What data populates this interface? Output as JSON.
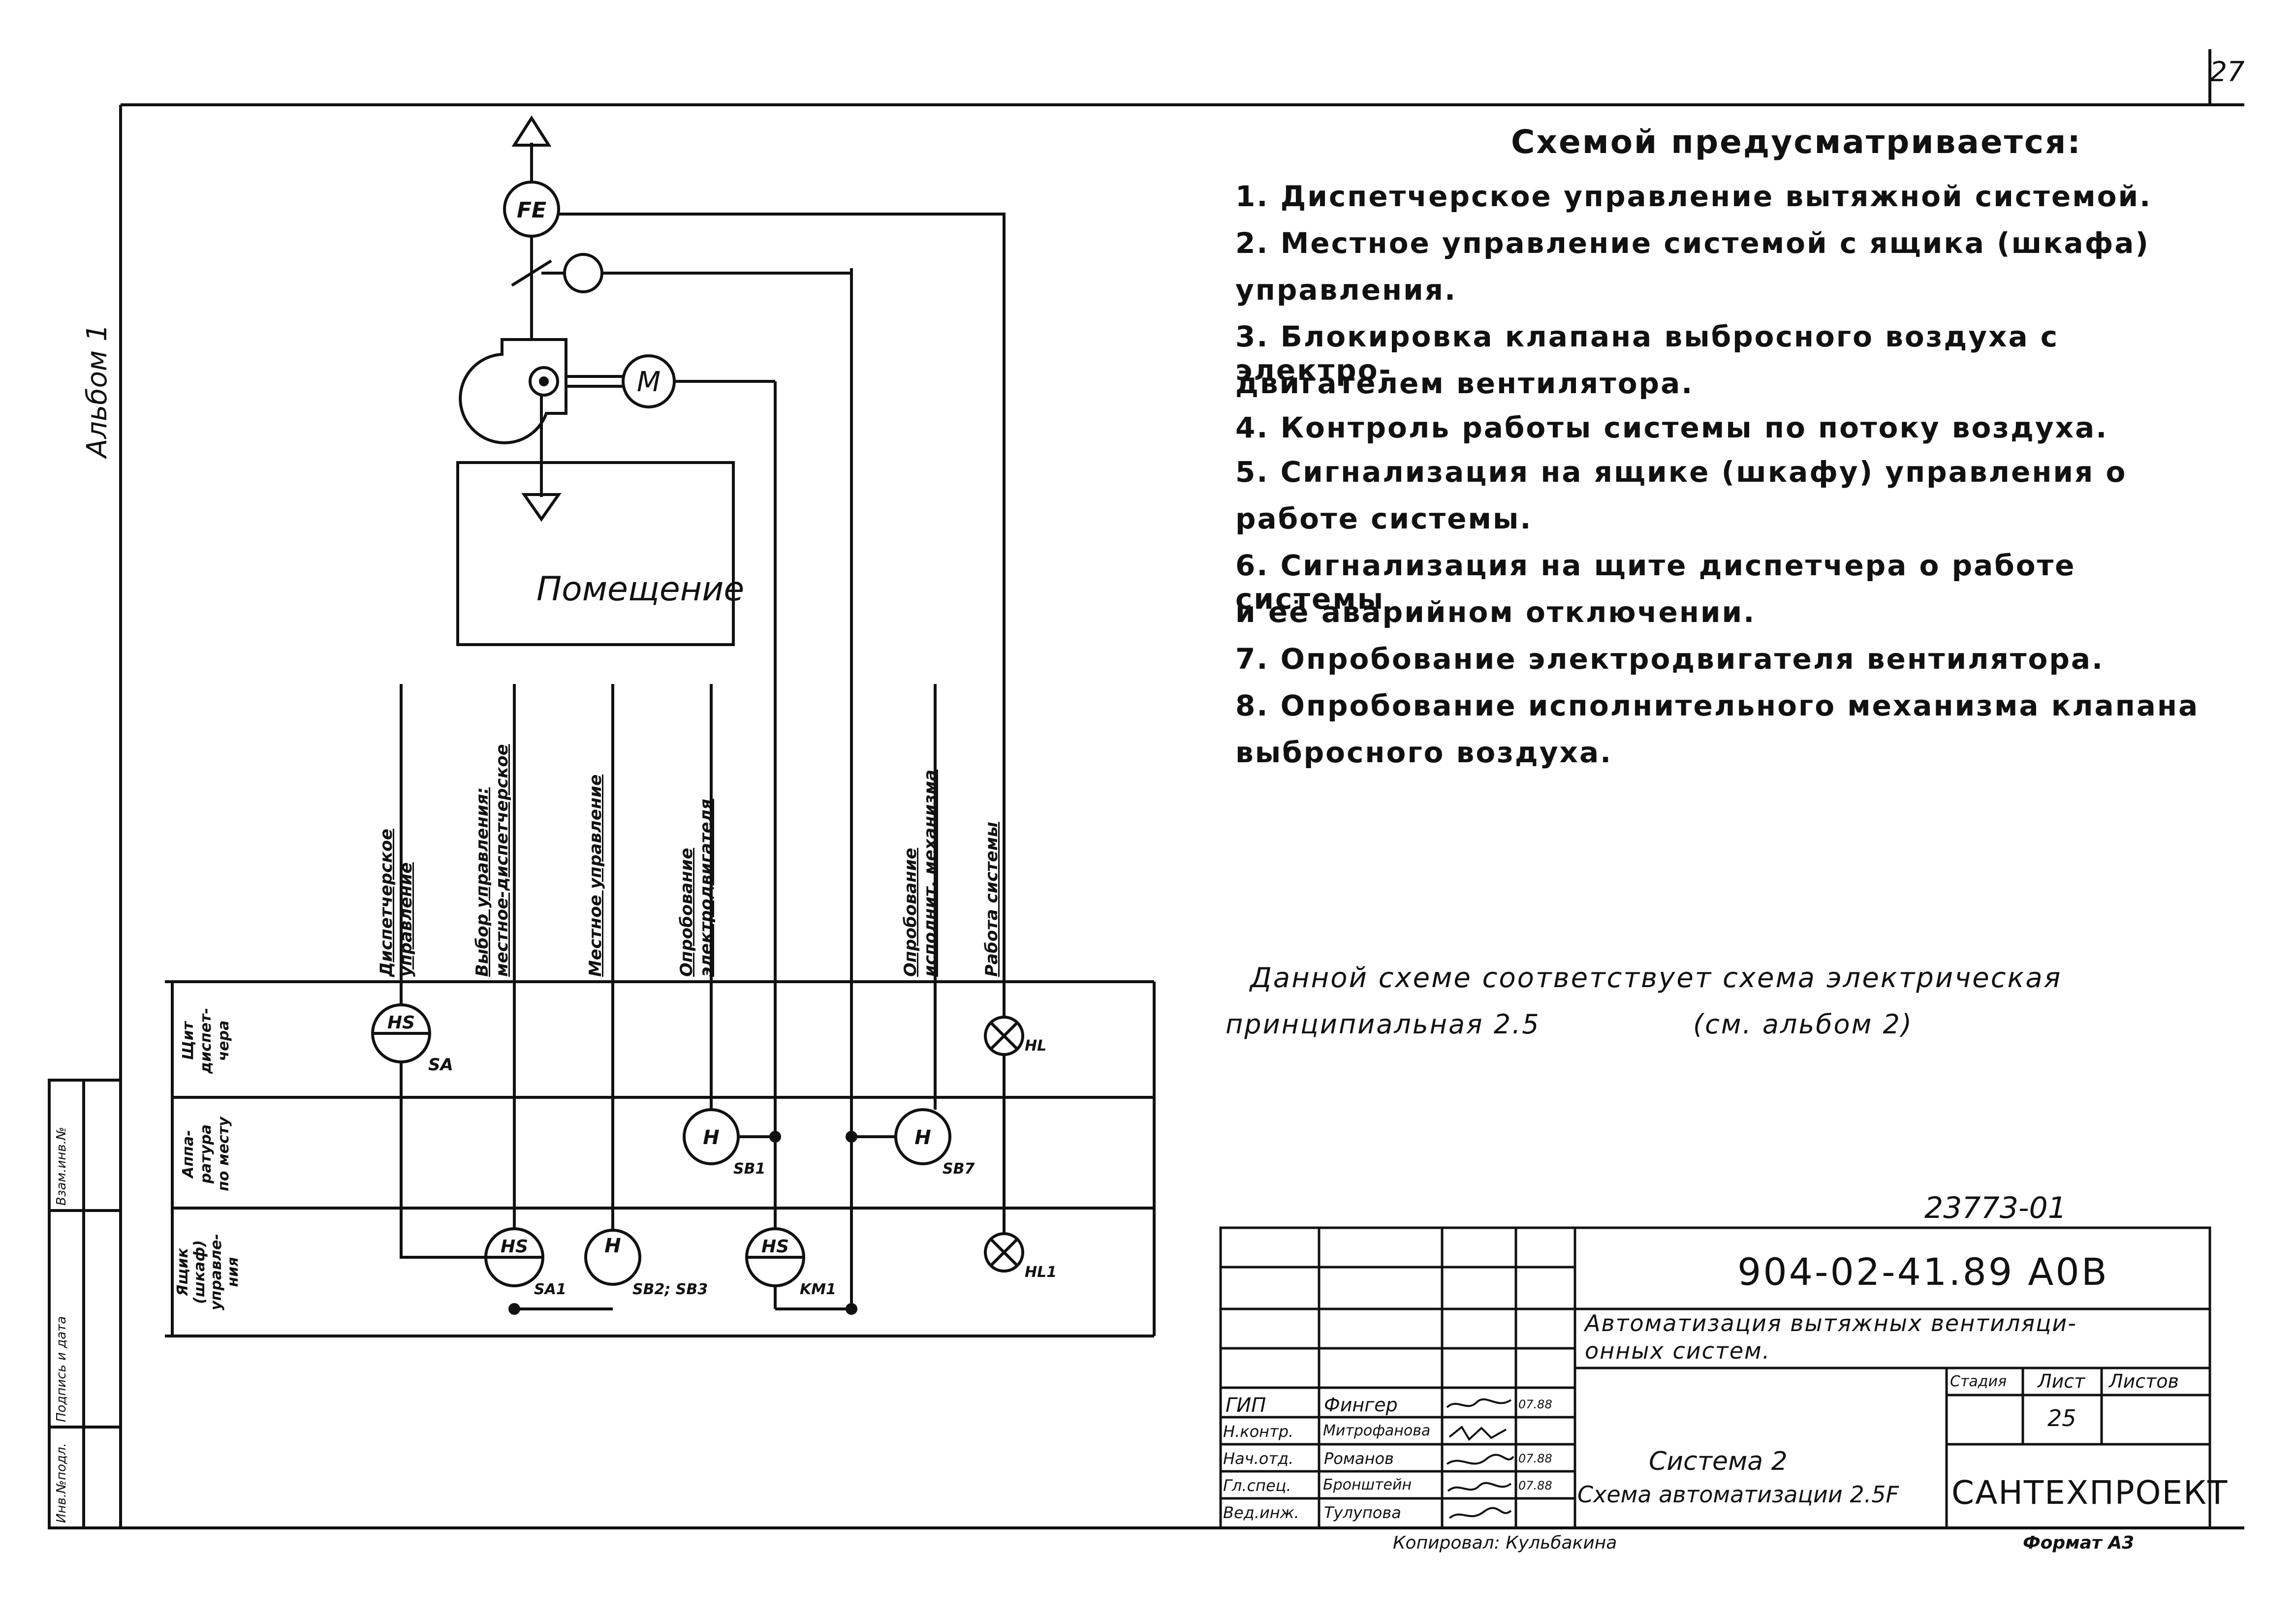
{
  "page_number": "27",
  "album_side": "Альбом 1",
  "diagram": {
    "equipment": {
      "sensor_fe": "FE",
      "motor": "M",
      "room": "Помещение"
    },
    "function_labels": [
      {
        "line1": "Диспетчерское",
        "line2": "управление"
      },
      {
        "line1": "Выбор управления:",
        "line2": "местное-диспетчерское"
      },
      {
        "line1": "Местное управление",
        "line2": ""
      },
      {
        "line1": "Опробование",
        "line2": "электродвигателя"
      },
      {
        "line1": "Опробование",
        "line2": "исполнит. механизма"
      },
      {
        "line1": "Работа системы",
        "line2": ""
      }
    ],
    "rows": [
      {
        "line1": "Щит",
        "line2": "диспет-",
        "line3": "чера"
      },
      {
        "line1": "Аппа-",
        "line2": "ратура",
        "line3": "по месту"
      },
      {
        "line1": "Ящик",
        "line2": "(шкаф)",
        "line3": "управле-",
        "line4": "ния"
      }
    ],
    "devices": {
      "hs_sa": {
        "code": "HS",
        "tag": "SA"
      },
      "hl_top": {
        "tag": "HL"
      },
      "h_sb1": {
        "code": "H",
        "tag": "SB1"
      },
      "h_sb7": {
        "code": "H",
        "tag": "SB7"
      },
      "hs_sa1": {
        "code": "HS",
        "tag": "SA1"
      },
      "h_sb23": {
        "code": "H",
        "tag": "SB2; SB3"
      },
      "hs_km1": {
        "code": "HS",
        "tag": "KM1"
      },
      "hl_bottom": {
        "tag": "HL1"
      }
    }
  },
  "notes": {
    "heading": "Схемой предусматривается:",
    "lines": [
      "1. Диспетчерское управление вытяжной системой.",
      "2. Местное управление системой с ящика (шкафа)",
      "управления.",
      "3. Блокировка клапана выбросного воздуха с электро-",
      "двигателем вентилятора.",
      "4. Контроль работы системы по потоку воздуха.",
      "5. Сигнализация на ящике (шкафу) управления о",
      "работе системы.",
      "6. Сигнализация на щите диспетчера о работе системы",
      "и её аварийном отключении.",
      "7. Опробование электродвигателя вентилятора.",
      "8. Опробование исполнительного механизма клапана",
      "выбросного воздуха."
    ],
    "reference_line1": "Данной схеме соответствует схема электрическая",
    "reference_line2a": "принципиальная  2.5",
    "reference_line2b": "(см. альбом 2)"
  },
  "title_block": {
    "inventory_number": "23773-01",
    "document_code": "904-02-41.89   А0В",
    "project_title_line1": "Автоматизация вытяжных вентиляци-",
    "project_title_line2": "онных систем.",
    "stage_header": "Стадия",
    "sheet_header": "Лист",
    "sheets_header": "Листов",
    "sheet_value": "25",
    "drawing_title_line1": "Система 2",
    "drawing_title_line2": "Схема автоматизации 2.5F",
    "organization": "САНТЕХПРОЕКТ",
    "signatures": [
      {
        "role": "ГИП",
        "name": "Фингер",
        "date": "07.88"
      },
      {
        "role": "Н.контр.",
        "name": "Митрофанова",
        "date": ""
      },
      {
        "role": "Нач.отд.",
        "name": "Романов",
        "date": "07.88"
      },
      {
        "role": "Гл.спец.",
        "name": "Бронштейн",
        "date": "07.88"
      },
      {
        "role": "Вед.инж.",
        "name": "Тулупова",
        "date": ""
      }
    ],
    "copied_by": "Копировал: Кульбакина",
    "format": "Формат А3"
  },
  "side_stamp": {
    "inv_original": "Инв.№подл.",
    "signature_date": "Подпись и дата",
    "replaces_inv": "Взам.инв.№"
  }
}
